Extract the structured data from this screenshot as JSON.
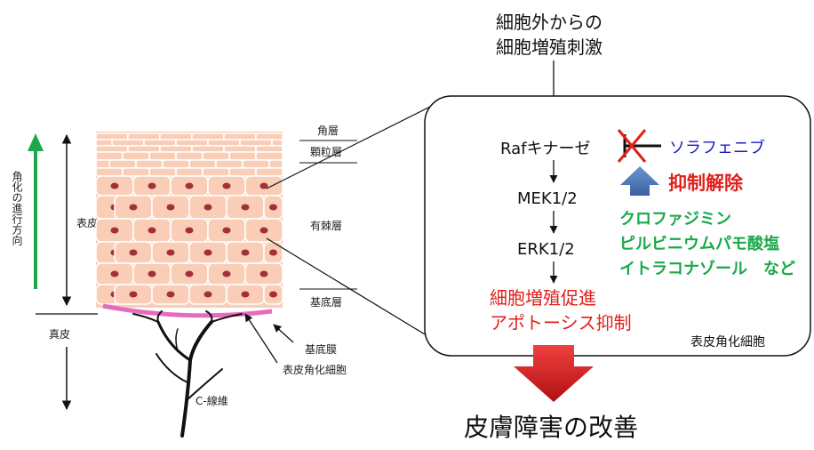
{
  "colors": {
    "skin_fill": "#f9cdb6",
    "skin_stroke": "#ffffff",
    "nucleus": "#a33038",
    "basement_membrane": "#e66bbd",
    "nerve": "#111111",
    "cornification_arrow": "#1aa84a",
    "inhibit_cross": "#e0201a",
    "sorafenib_text": "#1a1acc",
    "release_arrow": "#4a78b8",
    "release_text": "#e0201a",
    "drug_list_text": "#1aa84a",
    "effect_text": "#e0201a",
    "result_arrow": "#d62020"
  },
  "left_panel": {
    "cornification_label": "角化の進行方向",
    "epidermis_label": "表皮",
    "dermis_label": "真皮",
    "layers": {
      "stratum_corneum": "角層",
      "stratum_granulosum": "顆粒層",
      "stratum_spinosum": "有棘層",
      "stratum_basale": "基底層"
    },
    "basement_membrane_label": "基底膜",
    "keratinocyte_label": "表皮角化細胞",
    "c_fiber_label": "C-線維"
  },
  "pathway": {
    "stimulus_line1": "細胞外からの",
    "stimulus_line2": "細胞増殖刺激",
    "raf": "Rafキナーゼ",
    "sorafenib": "ソラフェニブ",
    "mek": "MEK1/2",
    "erk": "ERK1/2",
    "release": "抑制解除",
    "drugs": [
      "クロファジミン",
      "ピルビニウムパモ酸塩",
      "イトラコナゾール　など"
    ],
    "effect_line1": "細胞増殖促進",
    "effect_line2": "アポトーシス抑制",
    "cell_label": "表皮角化細胞",
    "result": "皮膚障害の改善"
  }
}
